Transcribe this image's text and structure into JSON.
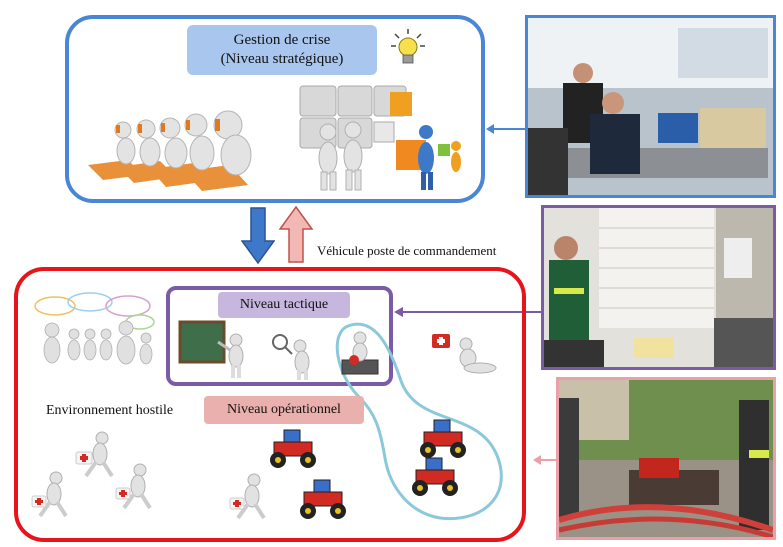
{
  "colors": {
    "strategic_border": "#4a86d6",
    "tactical_border": "#7b5aa6",
    "operational_border": "#e8141b",
    "photo_pink_border": "#e9a0a8",
    "robot_path": "#8cc8dc",
    "label_blue_bg": "#a9c6ee",
    "label_purple_bg": "#c7b6de",
    "label_pink_bg": "#eab0ad",
    "arrow_down": "#3d78c9",
    "arrow_up": "#f2b8b3"
  },
  "labels": {
    "strategic_line1": "Gestion de crise",
    "strategic_line2": "(Niveau stratégique)",
    "vehicle": "Véhicule poste de commandement",
    "tactical": "Niveau tactique",
    "hostile": "Environnement hostile",
    "operational": "Niveau opérationnel"
  },
  "icons": {
    "idea": "lightbulb-icon",
    "teamwork": "puzzle-icon",
    "first_aid": "first-aid-kit-icon",
    "robot": "robot-icon"
  }
}
